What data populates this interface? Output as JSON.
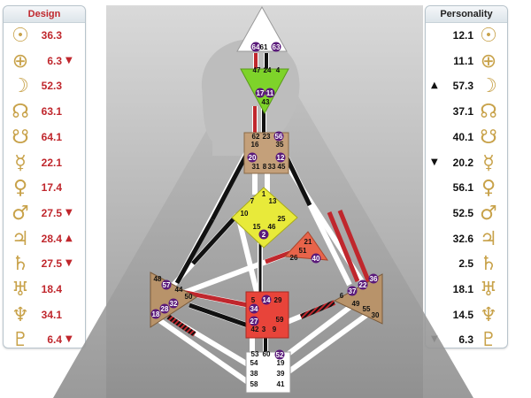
{
  "design": {
    "title": "Design",
    "rows": [
      {
        "planet": "sun",
        "glyph": "☉",
        "value": "36.3",
        "arrow": ""
      },
      {
        "planet": "earth",
        "glyph": "⊕",
        "value": "6.3",
        "arrow": "▼"
      },
      {
        "planet": "moon",
        "glyph": "☽",
        "value": "52.3",
        "arrow": ""
      },
      {
        "planet": "north-node",
        "glyph": "☊",
        "value": "63.1",
        "arrow": ""
      },
      {
        "planet": "south-node",
        "glyph": "☋",
        "value": "64.1",
        "arrow": ""
      },
      {
        "planet": "mercury",
        "glyph": "☿",
        "value": "22.1",
        "arrow": ""
      },
      {
        "planet": "venus",
        "glyph": "♀",
        "value": "17.4",
        "arrow": ""
      },
      {
        "planet": "mars",
        "glyph": "♂",
        "value": "27.5",
        "arrow": "▼"
      },
      {
        "planet": "jupiter",
        "glyph": "♃",
        "value": "28.4",
        "arrow": "▲"
      },
      {
        "planet": "saturn",
        "glyph": "♄",
        "value": "27.5",
        "arrow": "▼"
      },
      {
        "planet": "uranus",
        "glyph": "♅",
        "value": "18.4",
        "arrow": ""
      },
      {
        "planet": "neptune",
        "glyph": "♆",
        "value": "34.1",
        "arrow": ""
      },
      {
        "planet": "pluto",
        "glyph": "♇",
        "value": "6.4",
        "arrow": "▼"
      }
    ]
  },
  "personality": {
    "title": "Personality",
    "rows": [
      {
        "planet": "sun",
        "glyph": "☉",
        "value": "12.1",
        "arrow": ""
      },
      {
        "planet": "earth",
        "glyph": "⊕",
        "value": "11.1",
        "arrow": ""
      },
      {
        "planet": "moon",
        "glyph": "☽",
        "value": "57.3",
        "arrow": "▲"
      },
      {
        "planet": "north-node",
        "glyph": "☊",
        "value": "37.1",
        "arrow": ""
      },
      {
        "planet": "south-node",
        "glyph": "☋",
        "value": "40.1",
        "arrow": ""
      },
      {
        "planet": "mercury",
        "glyph": "☿",
        "value": "20.2",
        "arrow": "▼"
      },
      {
        "planet": "venus",
        "glyph": "♀",
        "value": "56.1",
        "arrow": ""
      },
      {
        "planet": "mars",
        "glyph": "♂",
        "value": "52.5",
        "arrow": ""
      },
      {
        "planet": "jupiter",
        "glyph": "♃",
        "value": "32.6",
        "arrow": ""
      },
      {
        "planet": "saturn",
        "glyph": "♄",
        "value": "2.5",
        "arrow": ""
      },
      {
        "planet": "uranus",
        "glyph": "♅",
        "value": "18.1",
        "arrow": ""
      },
      {
        "planet": "neptune",
        "glyph": "♆",
        "value": "14.5",
        "arrow": ""
      },
      {
        "planet": "pluto",
        "glyph": "♇",
        "value": "6.3",
        "arrow": "▼"
      }
    ]
  },
  "colors": {
    "design_red": "#c0272d",
    "planet_gold": "#c8a24a",
    "center_tan": "#b8936a",
    "throat_tan": "#c4a07a",
    "ajna_green": "#7ed32a",
    "g_yellow": "#e8ea3a",
    "sacral_red": "#e8443a",
    "ego_red": "#e8644a",
    "selected_gate": "#5a1a7a",
    "background_figure": "#a9a9a9"
  },
  "bodygraph": {
    "centers": [
      {
        "name": "head",
        "gates": [
          "64",
          "61",
          "63"
        ],
        "selected": [
          "64",
          "63"
        ]
      },
      {
        "name": "ajna",
        "gates": [
          "47",
          "24",
          "4",
          "17",
          "11",
          "43"
        ],
        "selected": [
          "17",
          "11"
        ]
      },
      {
        "name": "throat",
        "gates": [
          "62",
          "23",
          "56",
          "16",
          "35",
          "20",
          "12",
          "31",
          "8",
          "33",
          "45"
        ],
        "selected": [
          "56",
          "20",
          "12"
        ]
      },
      {
        "name": "g-center",
        "gates": [
          "1",
          "7",
          "13",
          "10",
          "25",
          "15",
          "46",
          "2"
        ],
        "selected": [
          "2"
        ]
      },
      {
        "name": "ego",
        "gates": [
          "21",
          "51",
          "26",
          "40"
        ],
        "selected": [
          "40"
        ]
      },
      {
        "name": "spleen",
        "gates": [
          "48",
          "57",
          "44",
          "50",
          "32",
          "28",
          "18"
        ],
        "selected": [
          "57",
          "32",
          "28",
          "18"
        ]
      },
      {
        "name": "solar-plexus",
        "gates": [
          "36",
          "22",
          "37",
          "6",
          "49",
          "55",
          "30"
        ],
        "selected": [
          "36",
          "22",
          "37"
        ]
      },
      {
        "name": "sacral",
        "gates": [
          "5",
          "14",
          "29",
          "34",
          "27",
          "59",
          "42",
          "3",
          "9"
        ],
        "selected": [
          "14",
          "34",
          "27"
        ]
      },
      {
        "name": "root",
        "gates": [
          "53",
          "60",
          "52",
          "54",
          "19",
          "38",
          "39",
          "58",
          "41"
        ],
        "selected": [
          "52"
        ]
      }
    ]
  }
}
